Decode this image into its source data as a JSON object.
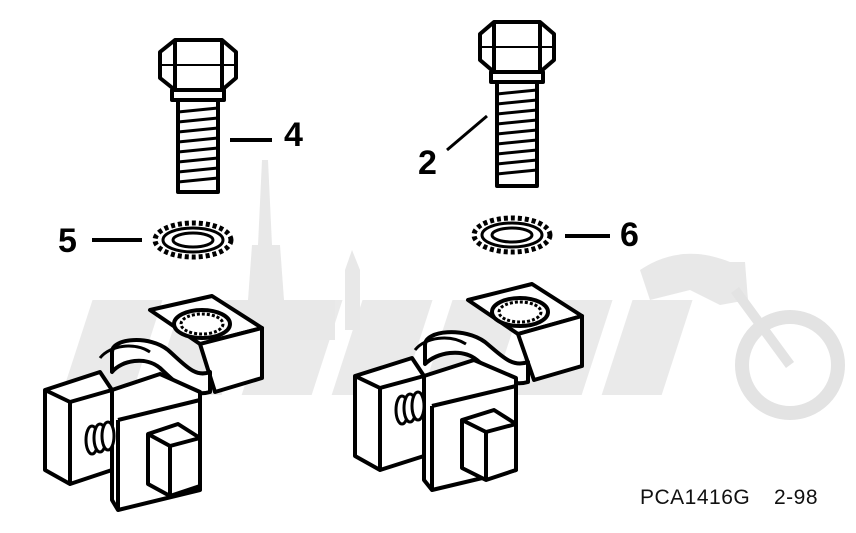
{
  "callouts": {
    "part_4": "4",
    "part_2": "2",
    "part_5": "5",
    "part_6": "6"
  },
  "footer": {
    "diagram_code": "PCA1416G",
    "page_ref": "2-98"
  },
  "colors": {
    "ink": "#000000",
    "watermark": "#e6e6e6",
    "background": "#ffffff"
  }
}
